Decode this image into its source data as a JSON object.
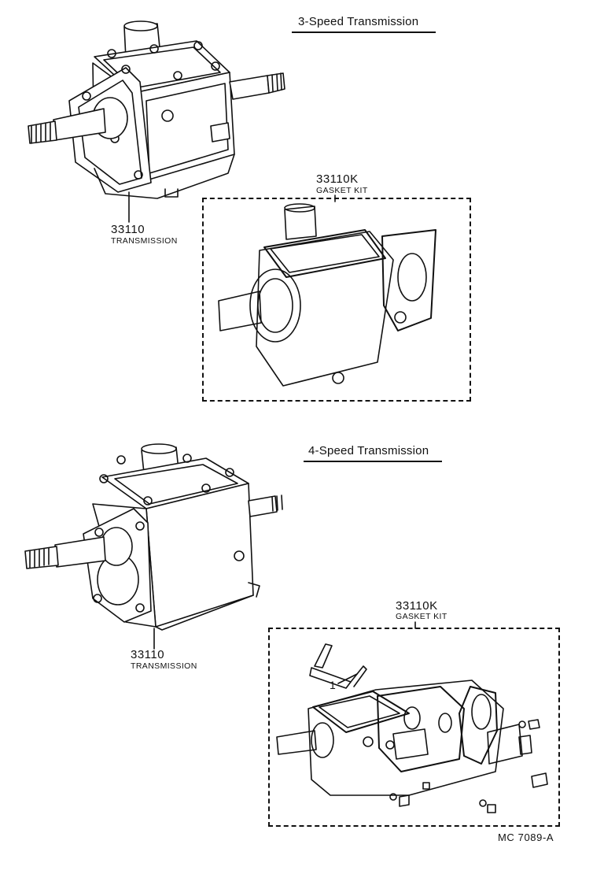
{
  "section_3speed": {
    "heading": "3-Speed Transmission",
    "transmission": {
      "part_no": "33110",
      "part_name": "TRANSMISSION"
    },
    "gasket_kit": {
      "part_no": "33110K",
      "part_name": "GASKET KIT"
    }
  },
  "section_4speed": {
    "heading": "4-Speed Transmission",
    "transmission": {
      "part_no": "33110",
      "part_name": "TRANSMISSION"
    },
    "gasket_kit": {
      "part_no": "33110K",
      "part_name": "GASKET KIT"
    },
    "ref_number": "1"
  },
  "catalog_code": "MC  7089-A"
}
